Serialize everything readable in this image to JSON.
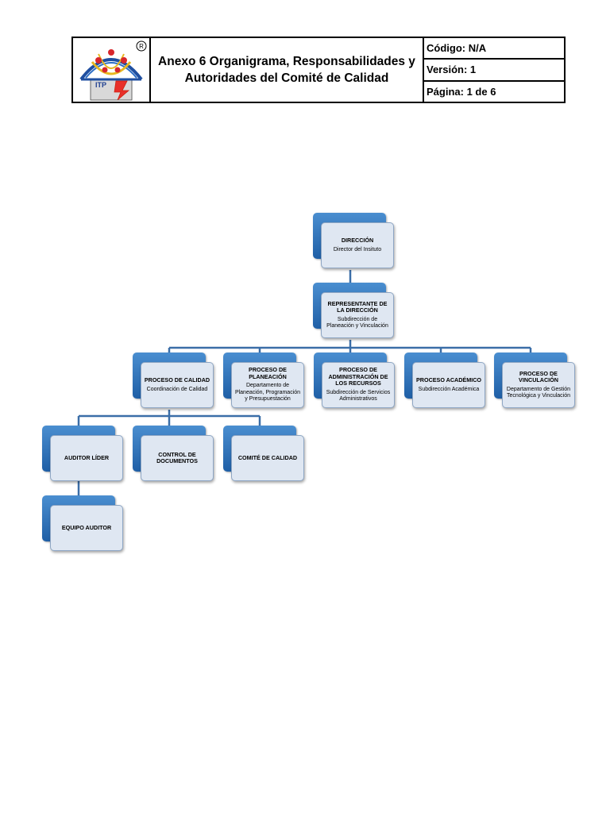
{
  "header": {
    "logo_text": "ITP",
    "registered_mark": "R",
    "title_line1": "Anexo 6 Organigrama, Responsabilidades y",
    "title_line2": "Autoridades del Comité de Calidad",
    "codigo": "Código: N/A",
    "version": "Versión: 1",
    "pagina": "Página: 1 de 6"
  },
  "org": {
    "direccion": {
      "title": "DIRECCIÓN",
      "subtitle": "Director del Insituto"
    },
    "representante": {
      "title": "REPRESENTANTE DE LA DIRECCIÓN",
      "subtitle": "Subdirección de Planeación y Vinculación"
    },
    "calidad": {
      "title": "PROCESO DE CALIDAD",
      "subtitle": "Coordinación de Calidad"
    },
    "planeacion": {
      "title": "PROCESO DE PLANEACIÓN",
      "subtitle": "Departamento de Planeación, Programación y Presupuestación"
    },
    "recursos": {
      "title": "PROCESO DE ADMINISTRACIÓN DE LOS RECURSOS",
      "subtitle": "Subdirección de Servicios Administrativos"
    },
    "academico": {
      "title": "PROCESO ACADÉMICO",
      "subtitle": "Subdirección Académica"
    },
    "vinculacion": {
      "title": "PROCESO DE VINCULACIÓN",
      "subtitle": "Departamento de Gestión Tecnológica y Vinculación"
    },
    "auditor_lider": {
      "title": "AUDITOR LÍDER"
    },
    "control_documentos": {
      "title": "CONTROL DE DOCUMENTOS"
    },
    "comite": {
      "title": "COMITÉ DE CALIDAD"
    },
    "equipo_auditor": {
      "title": "EQUIPO AUDITOR"
    }
  },
  "colors": {
    "box_dark": "#1f5fa6",
    "box_light": "#dfe7f2",
    "connector": "#3b6ea8"
  }
}
